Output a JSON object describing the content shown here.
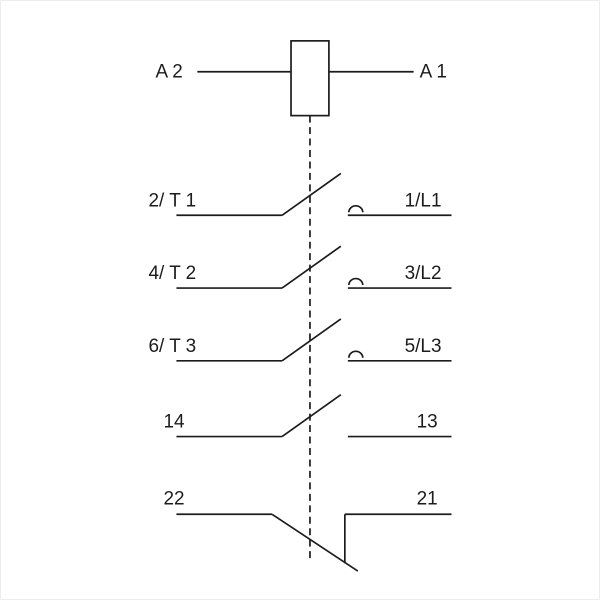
{
  "diagram": {
    "type": "contactor-wiring-schematic",
    "coil": {
      "left_label": "A 2",
      "right_label": "A 1"
    },
    "poles": [
      {
        "kind": "main-contact-no",
        "left_label": "2/ T 1",
        "right_label": "1/L1"
      },
      {
        "kind": "main-contact-no",
        "left_label": "4/ T 2",
        "right_label": "3/L2"
      },
      {
        "kind": "main-contact-no",
        "left_label": "6/ T 3",
        "right_label": "5/L3"
      },
      {
        "kind": "aux-contact-no",
        "left_label": "14",
        "right_label": "13"
      },
      {
        "kind": "aux-contact-nc",
        "left_label": "22",
        "right_label": "21"
      }
    ],
    "colors": {
      "line": "#1c1c1c",
      "background": "#ffffff"
    }
  }
}
